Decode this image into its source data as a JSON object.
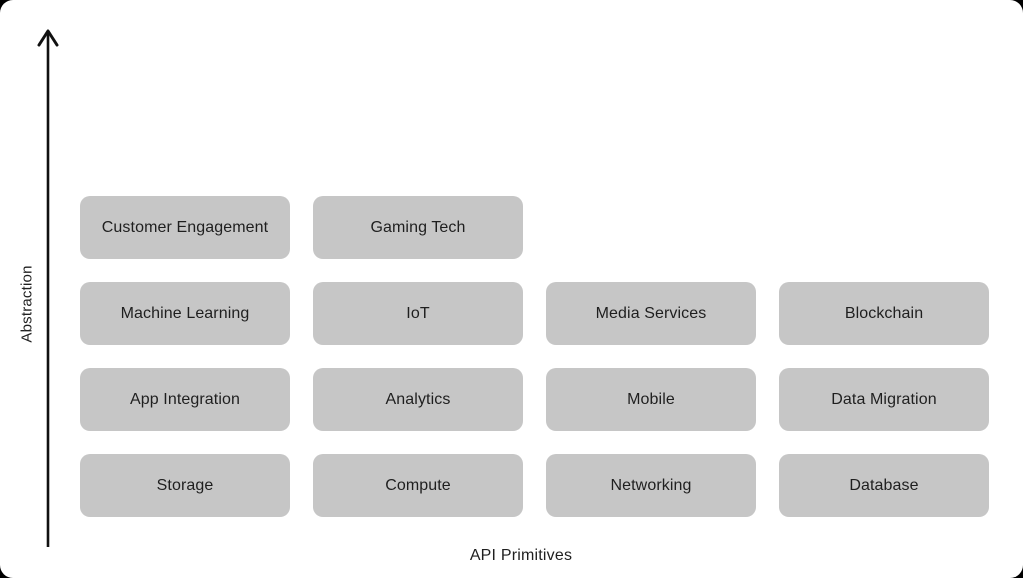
{
  "colors": {
    "outer_bg": "#000000",
    "canvas_bg": "#ffffff",
    "box_fill": "#c6c6c6",
    "box_text": "#1f1f1f",
    "label_text": "#1f1f1f",
    "axis": "#111111"
  },
  "axes": {
    "y_label": "Abstraction",
    "x_label": "API Primitives"
  },
  "grid": {
    "rows": [
      {
        "items": [
          "Customer Engagement",
          "Gaming Tech"
        ]
      },
      {
        "items": [
          "Machine Learning",
          "IoT",
          "Media Services",
          "Blockchain"
        ]
      },
      {
        "items": [
          "App Integration",
          "Analytics",
          "Mobile",
          "Data Migration"
        ]
      },
      {
        "items": [
          "Storage",
          "Compute",
          "Networking",
          "Database"
        ]
      }
    ]
  }
}
